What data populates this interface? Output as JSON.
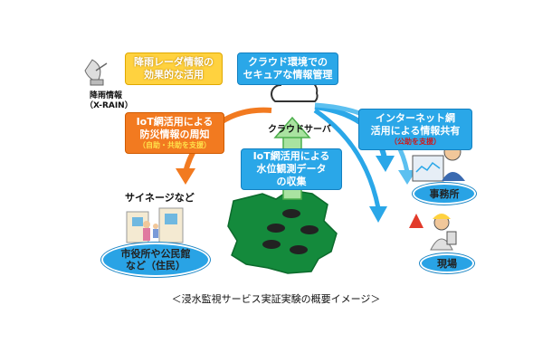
{
  "radar": {
    "title": "降雨情報",
    "subtitle": "（X-RAIN）"
  },
  "boxes": {
    "rain_radar": {
      "line1": "降雨レーダ情報の",
      "line2": "効果的な活用"
    },
    "cloud_env": {
      "line1": "クラウド環境での",
      "line2": "セキュアな情報管理"
    },
    "iot_notify": {
      "line1": "IoT網活用による",
      "line2": "防災情報の周知",
      "note": "（自助・共助を支援）"
    },
    "internet": {
      "line1": "インターネット網",
      "line2": "活用による情報共有",
      "note": "（公助を支援）"
    },
    "iot_collect": {
      "line1": "IoT網活用による",
      "line2": "水位観測データ",
      "line3": "の収集"
    }
  },
  "cloud_label": "クラウドサーバ",
  "signage_label": "サイネージなど",
  "city_office": {
    "line1": "市役所や公民館",
    "line2": "など（住民）"
  },
  "office_label": "事務所",
  "field_label": "現場",
  "caption": "＜浸水監視サービス実証実験の概要イメージ＞"
}
